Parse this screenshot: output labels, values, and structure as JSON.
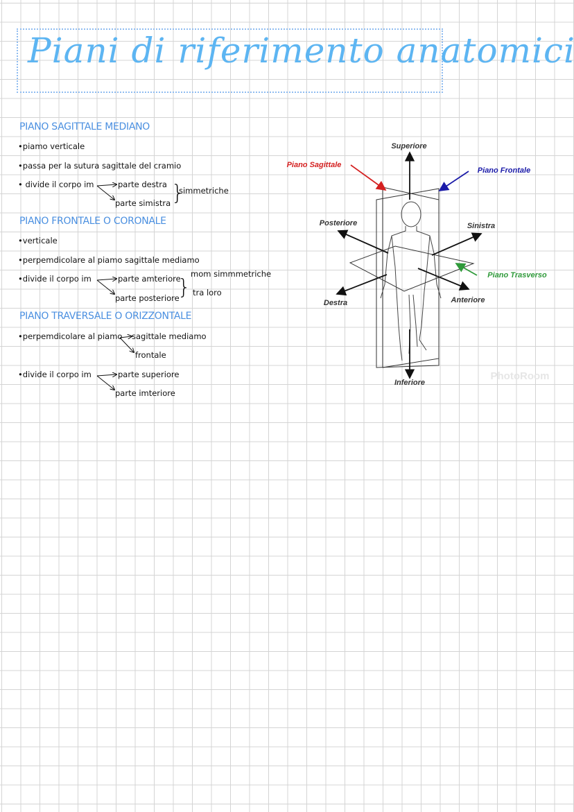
{
  "title": "Piani di riferimento anatomici",
  "sections": [
    {
      "heading": "PIANO SAGITTALE MEDIANO",
      "bullets": [
        "•piamo verticale",
        "•passa per la sutura sagittale del cramio",
        "• divide il corpo im"
      ],
      "parts": [
        "parte destra",
        "parte simistra"
      ],
      "note": [
        "simmetriche"
      ]
    },
    {
      "heading": "PIANO FRONTALE O CORONALE",
      "bullets": [
        "•verticale",
        "•perpemdicolare al piamo sagittale mediamo",
        "•divide il corpo im"
      ],
      "parts": [
        "parte amteriore",
        "parte posteriore"
      ],
      "note": [
        "mom simmmetriche",
        "tra loro"
      ]
    },
    {
      "heading": "PIANO TRAVERSALE O ORIZZONTALE",
      "bullets": [
        "•perpemdicolare al piamo",
        "•divide il corpo im"
      ],
      "planes": [
        "sagittale mediamo",
        "frontale"
      ],
      "parts": [
        "parte superiore",
        "parte imteriore"
      ]
    }
  ],
  "diagram": {
    "superiore": "Superiore",
    "inferiore": "Inferiore",
    "posteriore": "Posteriore",
    "anteriore": "Anteriore",
    "sinistra": "Sinistra",
    "destra": "Destra",
    "piano_sagittale": "Piano Sagittale",
    "piano_frontale": "Piano Frontale",
    "piano_trasverso": "Piano Trasverso",
    "watermark": "PhotoRoom",
    "colors": {
      "sagittale": "#d42020",
      "frontale": "#1a1aa8",
      "trasverso": "#2f9a3a",
      "heading": "#4a8fe0",
      "title": "#5db5f2"
    }
  }
}
